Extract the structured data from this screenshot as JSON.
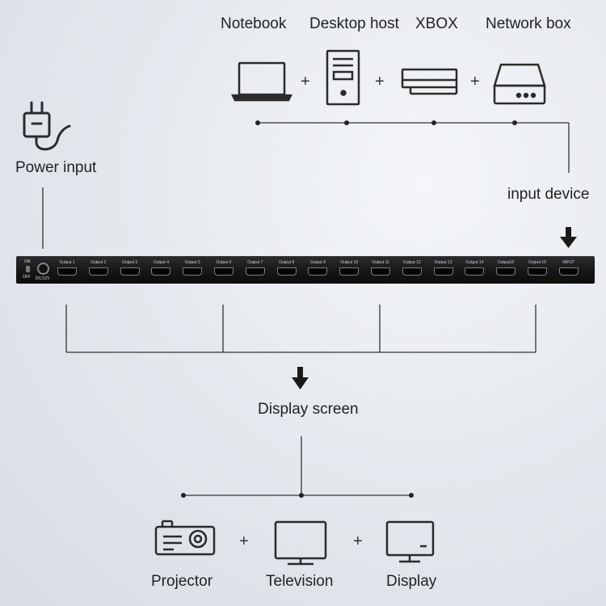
{
  "inputs": {
    "labels": [
      "Notebook",
      "Desktop host",
      "XBOX",
      "Network box"
    ],
    "group_label": "input device"
  },
  "power": {
    "label": "Power input"
  },
  "device": {
    "switch_on": "ON",
    "switch_off": "OFF",
    "dc_label": "DC/12V",
    "ports": [
      "Output 1",
      "Output 2",
      "Output 3",
      "Output 4",
      "Output 5",
      "Output 6",
      "Output 7",
      "Output 8",
      "Output 9",
      "Output 10",
      "Output 11",
      "Output 12",
      "Output 13",
      "Output 14",
      "Output15",
      "Output 16",
      "INPUT"
    ]
  },
  "output": {
    "label": "Display screen"
  },
  "displays": {
    "labels": [
      "Projector",
      "Television",
      "Display"
    ]
  },
  "plus_sign": "+",
  "colors": {
    "line": "#333333",
    "icon": "#2b2b2b",
    "device": "#151617",
    "background": "#e4e7ec"
  }
}
